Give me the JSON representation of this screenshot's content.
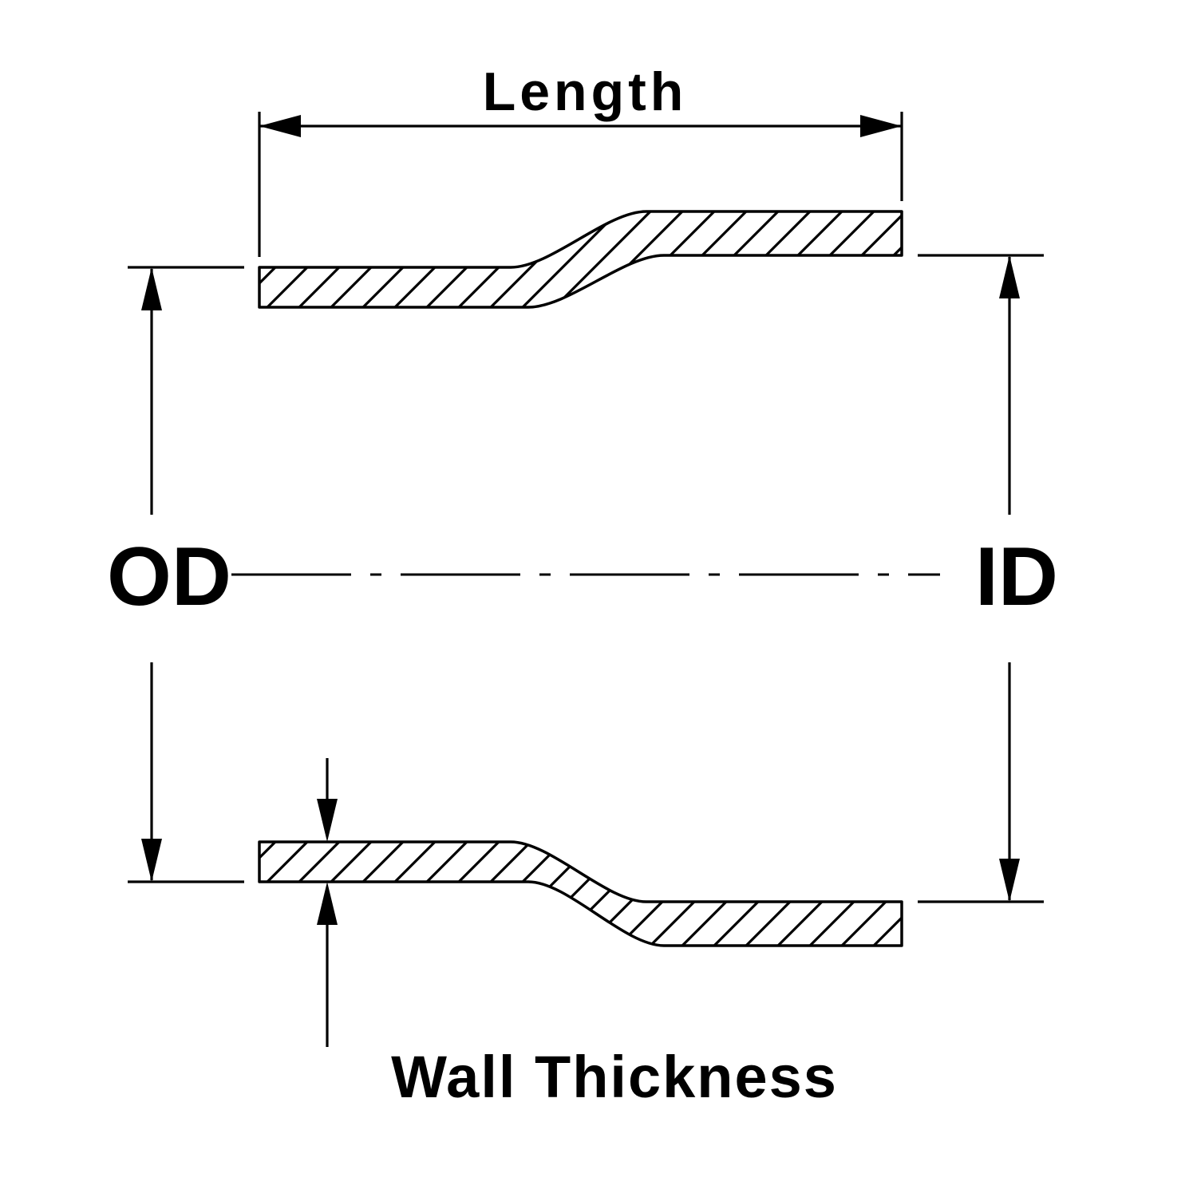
{
  "diagram": {
    "labels": {
      "length": "Length",
      "od": "OD",
      "id": "ID",
      "wall_thickness": "Wall Thickness"
    },
    "colors": {
      "line": "#000000",
      "background": "#ffffff"
    }
  }
}
